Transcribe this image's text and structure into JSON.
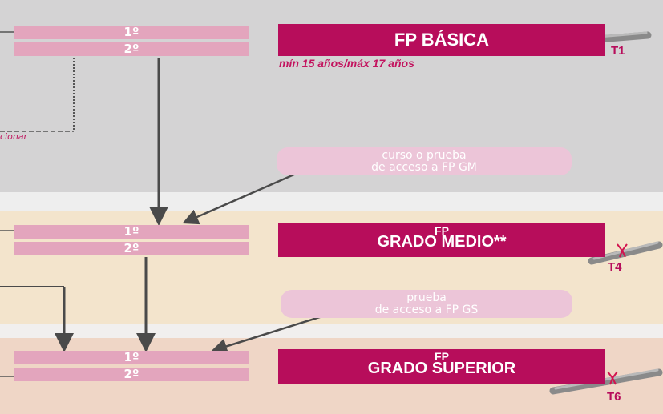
{
  "levels": [
    {
      "course_1": "1º",
      "course_2": "2º",
      "title": "FP BÁSICA",
      "diploma": "T1"
    },
    {
      "course_1": "1º",
      "course_2": "2º",
      "title_top": "FP",
      "title": "GRADO MEDIO**",
      "diploma": "T4"
    },
    {
      "course_1": "1º",
      "course_2": "2º",
      "title_top": "FP",
      "title": "GRADO SUPERIOR",
      "diploma": "T6"
    }
  ],
  "age_note": "mín 15 años/máx 17 años",
  "access_gm": {
    "line1": "curso o prueba",
    "line2": "de acceso a FP GM"
  },
  "access_gs": {
    "line1": "prueba",
    "line2": "de acceso a FP GS"
  },
  "side_label": "cionar",
  "colors": {
    "magenta": "#b70d5b",
    "pink": "#e3a5bd",
    "arrow": "#4a4a4a"
  }
}
